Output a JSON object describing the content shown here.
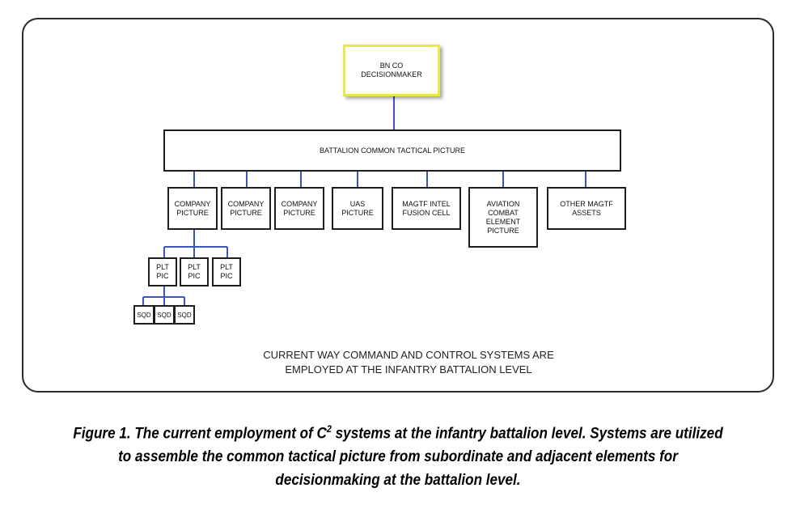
{
  "diagram": {
    "bn_co": "BN CO\nDECISIONMAKER",
    "battalion_picture": "BATTALION COMMON TACTICAL PICTURE",
    "company_1": "COMPANY\nPICTURE",
    "company_2": "COMPANY\nPICTURE",
    "company_3": "COMPANY\nPICTURE",
    "uas": "UAS\nPICTURE",
    "magtf_intel": "MAGTF INTEL\nFUSION CELL",
    "aviation": "AVIATION\nCOMBAT\nELEMENT\nPICTURE",
    "other_magtf": "OTHER MAGTF\nASSETS",
    "plt_1": "PLT\nPIC",
    "plt_2": "PLT\nPIC",
    "plt_3": "PLT\nPIC",
    "sqd_1": "SQD",
    "sqd_2": "SQD",
    "sqd_3": "SQD",
    "inner_caption": "CURRENT WAY COMMAND AND CONTROL SYSTEMS ARE\nEMPLOYED AT THE INFANTRY BATTALION LEVEL"
  },
  "caption": {
    "part1": "Figure 1. The current employment of C",
    "superscript": "2",
    "part2": " systems at the infantry battalion level. Systems are utilized to assemble the common tactical picture from subordinate and adjacent elements for decisionmaking at the battalion level."
  },
  "colors": {
    "connector": "#3d55b8",
    "bn_box_border": "#e8e84a"
  }
}
